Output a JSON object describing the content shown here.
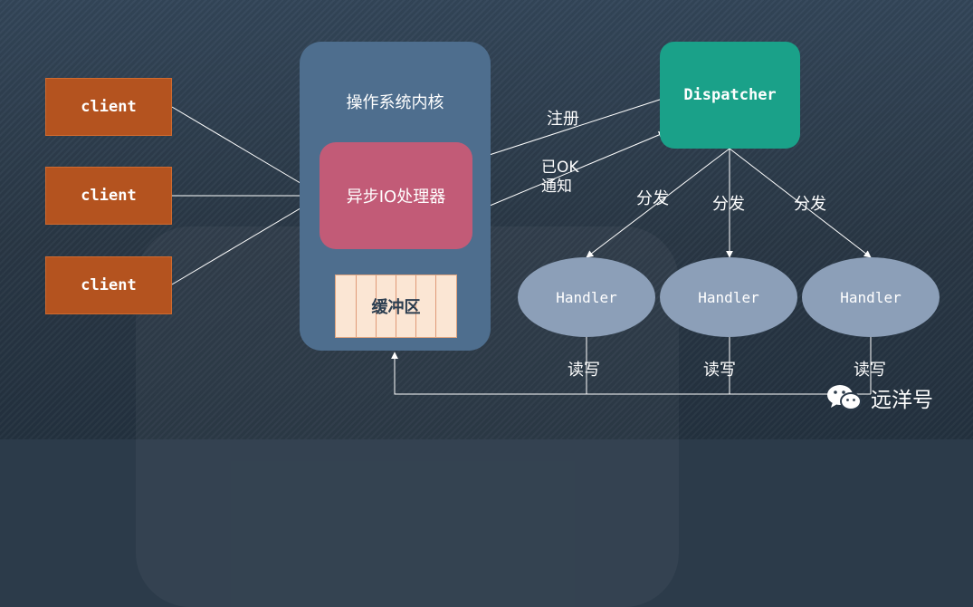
{
  "clients": [
    "client",
    "client",
    "client"
  ],
  "kernel": {
    "title": "操作系统内核",
    "aio_processor": "异步IO处理器",
    "buffer": "缓冲区"
  },
  "dispatcher": "Dispatcher",
  "labels": {
    "register": "注册",
    "done_ok": "已OK",
    "notify": "通知",
    "dispatch": [
      "分发",
      "分发",
      "分发"
    ],
    "read_write": [
      "读写",
      "读写",
      "读写"
    ]
  },
  "handlers": [
    "Handler",
    "Handler",
    "Handler"
  ],
  "brand": {
    "name": "远洋号",
    "icon": "wechat-icon"
  }
}
